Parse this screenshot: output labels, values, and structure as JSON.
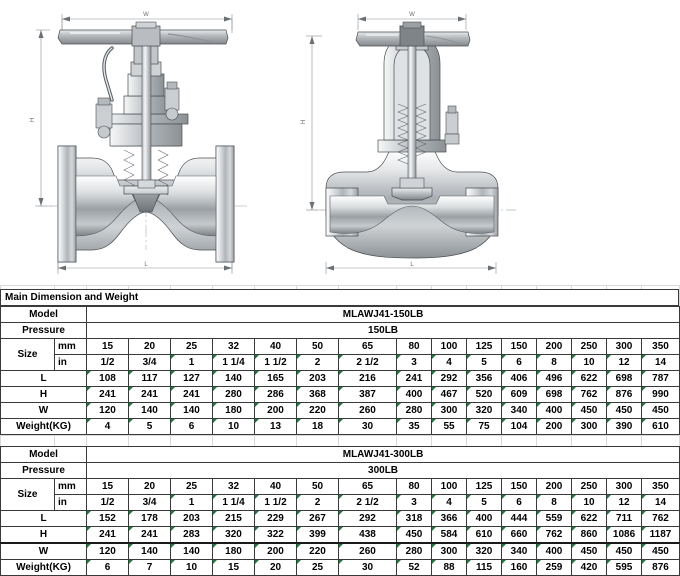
{
  "drawings": {
    "left": {
      "name": "globe-valve-lever-handle-cross-section",
      "dim_w": "W",
      "dim_h": "H",
      "dim_l": "L"
    },
    "right": {
      "name": "globe-valve-bellows-seal-cross-section",
      "dim_w": "W",
      "dim_h": "H",
      "dim_l": "L"
    }
  },
  "sheet": {
    "title": "Main Dimension and Weight"
  },
  "tables": [
    {
      "id": "table-150lb",
      "row_labels": {
        "model": "Model",
        "pressure": "Pressure",
        "size": "Size",
        "size_mm": "mm",
        "size_in": "in",
        "l": "L",
        "h": "H",
        "w": "W",
        "weight": "Weight(KG)"
      },
      "model": "MLAWJ41-150LB",
      "pressure": "150LB",
      "size_mm": [
        "15",
        "20",
        "25",
        "32",
        "40",
        "50",
        "65",
        "80",
        "100",
        "125",
        "150",
        "200",
        "250",
        "300",
        "350"
      ],
      "size_in": [
        "1/2",
        "3/4",
        "1",
        "1 1/4",
        "1 1/2",
        "2",
        "2 1/2",
        "3",
        "4",
        "5",
        "6",
        "8",
        "10",
        "12",
        "14"
      ],
      "L": [
        "108",
        "117",
        "127",
        "140",
        "165",
        "203",
        "216",
        "241",
        "292",
        "356",
        "406",
        "496",
        "622",
        "698",
        "787"
      ],
      "H": [
        "241",
        "241",
        "241",
        "280",
        "286",
        "368",
        "387",
        "400",
        "467",
        "520",
        "609",
        "698",
        "762",
        "876",
        "990"
      ],
      "W": [
        "120",
        "140",
        "140",
        "180",
        "200",
        "220",
        "260",
        "280",
        "300",
        "320",
        "340",
        "400",
        "450",
        "450",
        "450"
      ],
      "Weight": [
        "4",
        "5",
        "6",
        "10",
        "13",
        "18",
        "30",
        "35",
        "55",
        "75",
        "104",
        "200",
        "300",
        "390",
        "610"
      ]
    },
    {
      "id": "table-300lb",
      "row_labels": {
        "model": "Model",
        "pressure": "Pressure",
        "size": "Size",
        "size_mm": "mm",
        "size_in": "in",
        "l": "L",
        "h": "H",
        "w": "W",
        "weight": "Weight(KG)"
      },
      "model": "MLAWJ41-300LB",
      "pressure": "300LB",
      "size_mm": [
        "15",
        "20",
        "25",
        "32",
        "40",
        "50",
        "65",
        "80",
        "100",
        "125",
        "150",
        "200",
        "250",
        "300",
        "350"
      ],
      "size_in": [
        "1/2",
        "3/4",
        "1",
        "1 1/4",
        "1 1/2",
        "2",
        "2 1/2",
        "3",
        "4",
        "5",
        "6",
        "8",
        "10",
        "12",
        "14"
      ],
      "L": [
        "152",
        "178",
        "203",
        "215",
        "229",
        "267",
        "292",
        "318",
        "366",
        "400",
        "444",
        "559",
        "622",
        "711",
        "762"
      ],
      "H": [
        "241",
        "241",
        "283",
        "320",
        "322",
        "399",
        "438",
        "450",
        "584",
        "610",
        "660",
        "762",
        "860",
        "1086",
        "1187"
      ],
      "W": [
        "120",
        "140",
        "140",
        "180",
        "200",
        "220",
        "260",
        "280",
        "300",
        "320",
        "340",
        "400",
        "450",
        "450",
        "450"
      ],
      "Weight": [
        "6",
        "7",
        "10",
        "15",
        "20",
        "25",
        "30",
        "52",
        "88",
        "115",
        "160",
        "259",
        "420",
        "595",
        "876"
      ]
    }
  ],
  "colors": {
    "grid": "#d9d9d9",
    "table_border": "#3a3a3a",
    "flag": "#1f7a3d",
    "metal_light": "#f2f2f2",
    "metal_mid": "#b8bcc0",
    "metal_dark": "#6e7478",
    "outline": "#4a4f54"
  }
}
